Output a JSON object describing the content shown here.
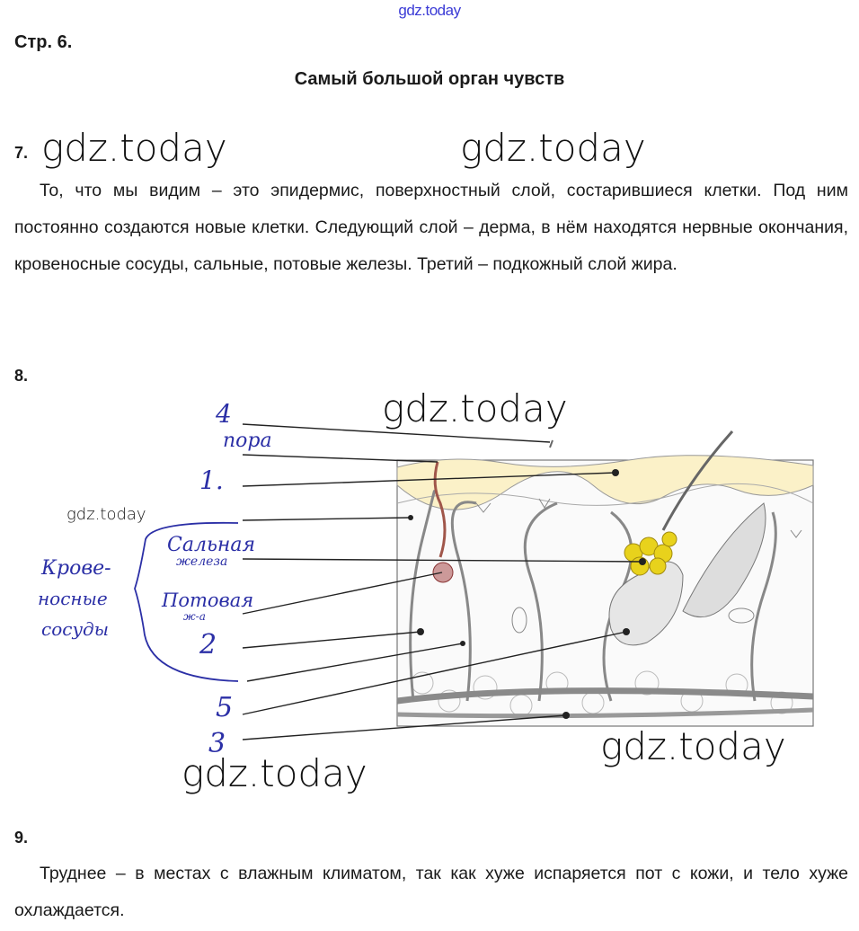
{
  "watermark_top": "gdz.today",
  "watermark": "gdz.today",
  "page_label": "Стр. 6.",
  "title": "Самый большой орган чувств",
  "q7": {
    "number": "7.",
    "text": "То, что мы видим – это эпидермис, поверхностный слой, состарившиеся клетки. Под ним постоянно создаются новые клетки. Следующий слой – дерма, в нём находятся нервные окончания, кровеносные сосуды, сальные, потовые железы. Третий – подкожный слой жира."
  },
  "q8": {
    "number": "8.",
    "labels": {
      "l4": "4",
      "pore": "пора",
      "l1": "1.",
      "sebaceous": "Сальная",
      "sebaceous2": "железа",
      "sweat": "Потовая",
      "sweat2": "ж-а",
      "l2": "2",
      "l5": "5",
      "l3": "3",
      "vessels1": "Крове-",
      "vessels2": "носные",
      "vessels3": "сосуды"
    }
  },
  "q9": {
    "number": "9.",
    "text": "Труднее – в местах с влажным климатом, так как хуже испаряется пот с кожи, и тело хуже охлаждается."
  }
}
